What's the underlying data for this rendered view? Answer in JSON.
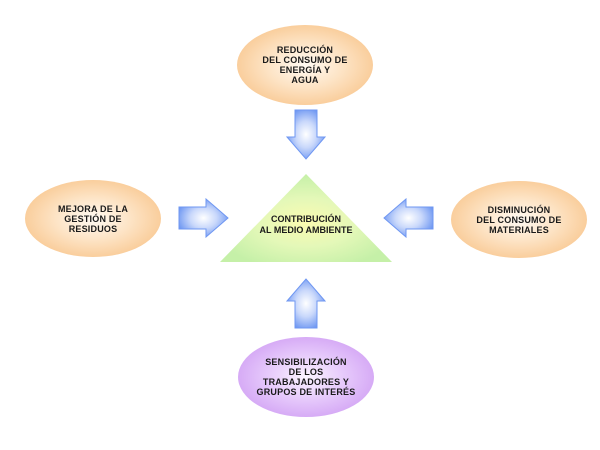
{
  "diagram": {
    "center": {
      "label": "CONTRIBUCIÓN\nAL MEDIO AMBIENTE",
      "shape": "triangle",
      "color": "#d6f5b8"
    },
    "nodes": [
      {
        "id": "top",
        "label": "REDUCCIÓN\nDEL CONSUMO DE\nENERGÍA Y\nAGUA",
        "color": "#f8c48a",
        "arrow_direction": "down"
      },
      {
        "id": "left",
        "label": "MEJORA DE LA\nGESTIÓN DE\nRESIDUOS",
        "color": "#f8c48a",
        "arrow_direction": "right"
      },
      {
        "id": "right",
        "label": "DISMINUCIÓN\nDEL CONSUMO DE\nMATERIALES",
        "color": "#f8c48a",
        "arrow_direction": "left"
      },
      {
        "id": "bottom",
        "label": "SENSIBILIZACIÓN\nDE LOS\nTRABAJADORES Y\nGRUPOS DE INTERÉS",
        "color": "#cf9df3",
        "arrow_direction": "up"
      }
    ],
    "arrow_color": "#6f97f2"
  }
}
